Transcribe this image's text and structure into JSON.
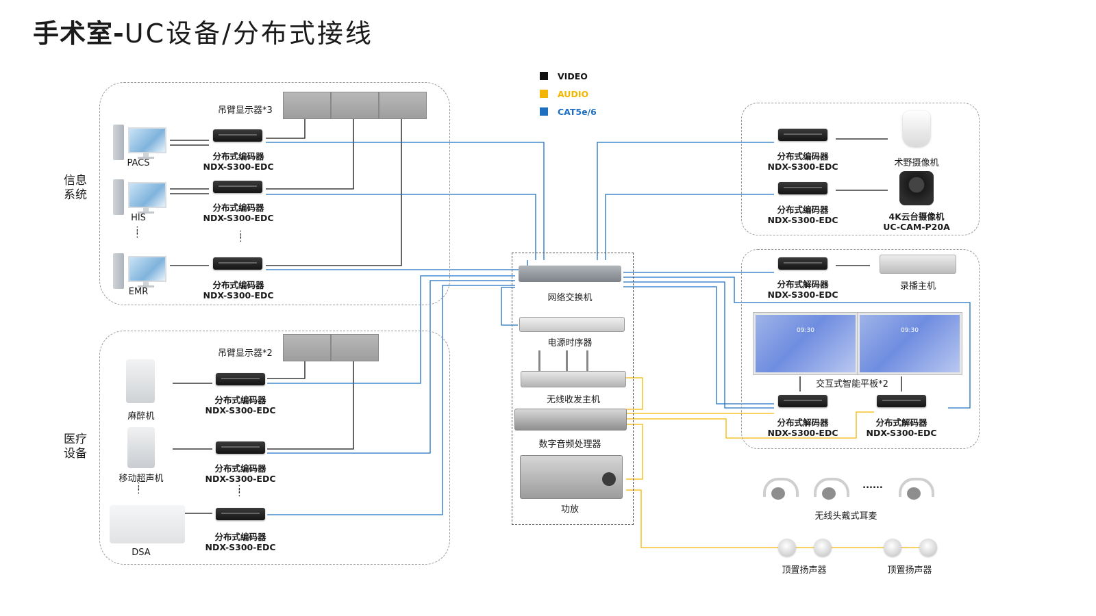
{
  "title": {
    "bold": "手术室-",
    "rest": "UC设备/分布式接线"
  },
  "legend": [
    {
      "label": "VIDEO",
      "color": "#111111"
    },
    {
      "label": "AUDIO",
      "color": "#f2b600"
    },
    {
      "label": "CAT5e/6",
      "color": "#1f6fc0"
    }
  ],
  "colors": {
    "video": "#111111",
    "audio": "#f2b600",
    "cat": "#1f6fc0",
    "label_audio": "#f2b600",
    "label_cat": "#1f6fc0"
  },
  "info_system": {
    "label": "信息系统",
    "display_label": "吊臂显示器*3",
    "sources": [
      "PACS",
      "HIS",
      "EMR"
    ],
    "encoder_name": "分布式编码器",
    "encoder_model": "NDX-S300-EDC"
  },
  "medical": {
    "label": "医疗设备",
    "display_label": "吊臂显示器*2",
    "sources": [
      "麻醉机",
      "移动超声机",
      "DSA"
    ],
    "encoder_name": "分布式编码器",
    "encoder_model": "NDX-S300-EDC"
  },
  "rack": {
    "switch": "网络交换机",
    "power": "电源时序器",
    "wireless": "无线收发主机",
    "dsp": "数字音频处理器",
    "amp": "功放"
  },
  "cameras": {
    "encoder_name": "分布式编码器",
    "encoder_model": "NDX-S300-EDC",
    "field_camera": "术野摄像机",
    "ptz_camera": "4K云台摄像机",
    "ptz_model": "UC-CAM-P20A"
  },
  "display_group": {
    "decoder_name": "分布式解码器",
    "decoder_model": "NDX-S300-EDC",
    "recorder": "录播主机",
    "panel_label": "交互式智能平板*2",
    "screen_time": "09:30"
  },
  "audio_out": {
    "headsets": "无线头戴式耳麦",
    "speaker": "顶置扬声器",
    "ellipsis": "......"
  }
}
